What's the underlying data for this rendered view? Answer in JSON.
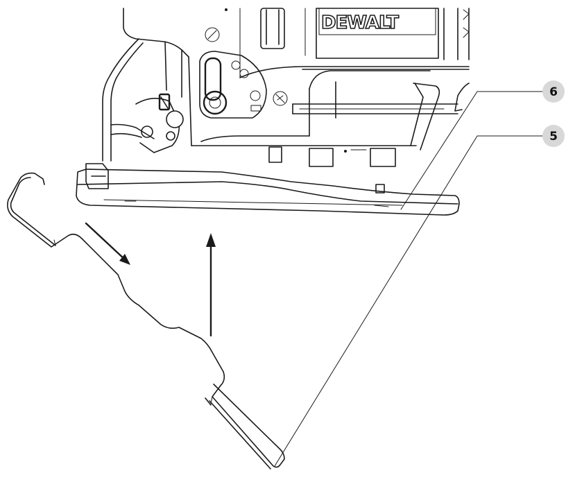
{
  "brand_label": "DEWALT",
  "callouts": [
    {
      "id": "6",
      "label": "6"
    },
    {
      "id": "5",
      "label": "5"
    }
  ],
  "colors": {
    "line": "#1a1a1a",
    "callout_fill": "#d8d8d8",
    "background": "#ffffff"
  }
}
